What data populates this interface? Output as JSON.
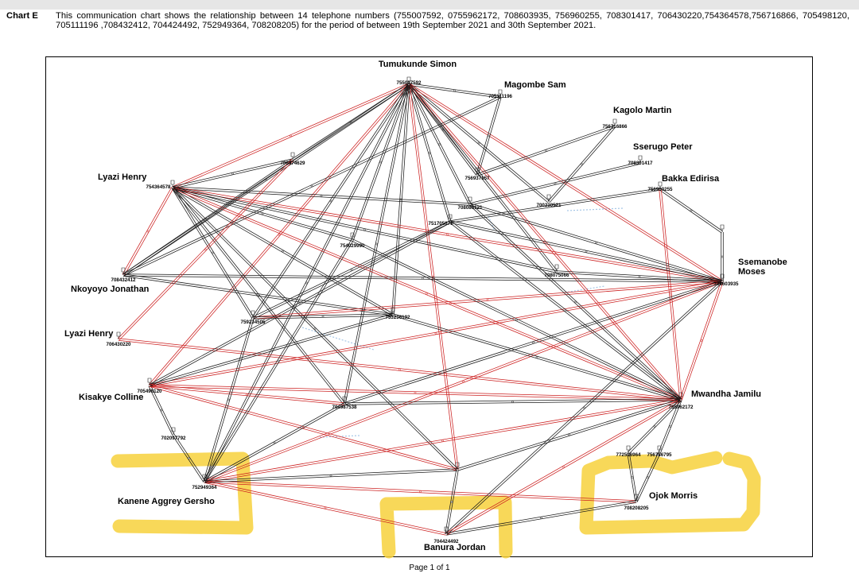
{
  "caption": {
    "lead": "Chart E",
    "text": "This communication chart shows the relationship between 14 telephone numbers (755007592, 0755962172, 708603935, 756960255, 708301417, 706430220,754364578,756716866, 705498120, 705111196 ,708432412, 704424492, 752949364, 708208205) for the period of between 19th September 2021 and 30th September 2021."
  },
  "footer": "Page 1 of 1",
  "colors": {
    "red": "#cc1f1f",
    "black": "#1a1a1a",
    "highlight": "#f7d13c",
    "blue": "#8fb8e0"
  },
  "people": [
    {
      "id": "tumukunde",
      "name": "Tumukunde Simon"
    },
    {
      "id": "magombe",
      "name": "Magombe Sam"
    },
    {
      "id": "kagolo",
      "name": "Kagolo Martin"
    },
    {
      "id": "sserugo",
      "name": "Sserugo Peter"
    },
    {
      "id": "bakka",
      "name": "Bakka Edirisa"
    },
    {
      "id": "lyazi1",
      "name": "Lyazi Henry"
    },
    {
      "id": "ssemanobe1",
      "name": "Ssemanobe"
    },
    {
      "id": "ssemanobe2",
      "name": "Moses"
    },
    {
      "id": "nkoyoyo",
      "name": "Nkoyoyo Jonathan"
    },
    {
      "id": "lyazi2",
      "name": "Lyazi Henry"
    },
    {
      "id": "kisakye",
      "name": "Kisakye Colline"
    },
    {
      "id": "mwandha",
      "name": "Mwandha Jamilu"
    },
    {
      "id": "kanene",
      "name": "Kanene Aggrey Gersho"
    },
    {
      "id": "ojok",
      "name": "Ojok Morris"
    },
    {
      "id": "banura",
      "name": "Banura Jordan"
    }
  ],
  "nodes": [
    {
      "id": "n755007592",
      "label": "755007592",
      "hub": true
    },
    {
      "id": "n705111196",
      "label": "705111196",
      "hub": true
    },
    {
      "id": "n756716866",
      "label": "756716866",
      "hub": true
    },
    {
      "id": "n708301417",
      "label": "708301417",
      "hub": true
    },
    {
      "id": "n756960255",
      "label": "756960255",
      "hub": true
    },
    {
      "id": "n754364578",
      "label": "754364578",
      "hub": true
    },
    {
      "id": "n708603935",
      "label": "708603935",
      "hub": true
    },
    {
      "id": "n708432412",
      "label": "708432412",
      "hub": true
    },
    {
      "id": "n706430220",
      "label": "706430220",
      "hub": true
    },
    {
      "id": "n705498120",
      "label": "705498120",
      "hub": true
    },
    {
      "id": "n755962172",
      "label": "755962172",
      "hub": true
    },
    {
      "id": "n752949364",
      "label": "752949364",
      "hub": true
    },
    {
      "id": "n708208205",
      "label": "708208205",
      "hub": true
    },
    {
      "id": "n704424492",
      "label": "704424492",
      "hub": true
    },
    {
      "id": "n706474629",
      "label": "706474629",
      "hub": false
    },
    {
      "id": "n756937157",
      "label": "756937157",
      "hub": false
    },
    {
      "id": "n708086121",
      "label": "708086121",
      "hub": false
    },
    {
      "id": "n700230521",
      "label": "700230521",
      "hub": false
    },
    {
      "id": "n751705671",
      "label": "751705671",
      "hub": false
    },
    {
      "id": "n754029990",
      "label": "754029990",
      "hub": false
    },
    {
      "id": "n708075066",
      "label": "708075066",
      "hub": false
    },
    {
      "id": "n759234505",
      "label": "759234505",
      "hub": false
    },
    {
      "id": "n753236192",
      "label": "753236192",
      "hub": false
    },
    {
      "id": "n704987538",
      "label": "704987538",
      "hub": false
    },
    {
      "id": "n702097792",
      "label": "702097792",
      "hub": false
    },
    {
      "id": "n759834094",
      "label": "",
      "hub": false
    },
    {
      "id": "n772516964",
      "label": "772516964",
      "hub": false
    },
    {
      "id": "n756786795",
      "label": "756786795",
      "hub": false
    },
    {
      "id": "n708571471",
      "label": "",
      "hub": false
    }
  ],
  "edges": [
    {
      "from": "n755007592",
      "to": "n705111196",
      "color": "black"
    },
    {
      "from": "n755007592",
      "to": "n754364578",
      "color": "red"
    },
    {
      "from": "n755007592",
      "to": "n706474629",
      "color": "black"
    },
    {
      "from": "n755007592",
      "to": "n756937157",
      "color": "black"
    },
    {
      "from": "n755007592",
      "to": "n700230521",
      "color": "black"
    },
    {
      "from": "n755007592",
      "to": "n708086121",
      "color": "black"
    },
    {
      "from": "n755007592",
      "to": "n751705671",
      "color": "black"
    },
    {
      "from": "n755007592",
      "to": "n708603935",
      "color": "red"
    },
    {
      "from": "n755007592",
      "to": "n755962172",
      "color": "red"
    },
    {
      "from": "n755007592",
      "to": "n708432412",
      "color": "black"
    },
    {
      "from": "n755007592",
      "to": "n705498120",
      "color": "red"
    },
    {
      "from": "n755007592",
      "to": "n752949364",
      "color": "black"
    },
    {
      "from": "n755007592",
      "to": "n759834094",
      "color": "red"
    },
    {
      "from": "n755007592",
      "to": "n704987538",
      "color": "black"
    },
    {
      "from": "n755007592",
      "to": "n759234505",
      "color": "black"
    },
    {
      "from": "n755007592",
      "to": "n753236192",
      "color": "black"
    },
    {
      "from": "n755007592",
      "to": "n754029990",
      "color": "black"
    },
    {
      "from": "n755007592",
      "to": "n708075066",
      "color": "black"
    },
    {
      "from": "n756937157",
      "to": "n705111196",
      "color": "black"
    },
    {
      "from": "n756937157",
      "to": "n756716866",
      "color": "black"
    },
    {
      "from": "n700230521",
      "to": "n756716866",
      "color": "black"
    },
    {
      "from": "n708086121",
      "to": "n708301417",
      "color": "black"
    },
    {
      "from": "n751705671",
      "to": "n756960255",
      "color": "black"
    },
    {
      "from": "n756960255",
      "to": "n708571471",
      "color": "black"
    },
    {
      "from": "n708571471",
      "to": "n708603935",
      "color": "black"
    },
    {
      "from": "n756960255",
      "to": "n755962172",
      "color": "red"
    },
    {
      "from": "n754364578",
      "to": "n706474629",
      "color": "black"
    },
    {
      "from": "n754364578",
      "to": "n708086121",
      "color": "black"
    },
    {
      "from": "n754364578",
      "to": "n754029990",
      "color": "black"
    },
    {
      "from": "n754364578",
      "to": "n708432412",
      "color": "red"
    },
    {
      "from": "n754364578",
      "to": "n759234505",
      "color": "black"
    },
    {
      "from": "n754364578",
      "to": "n753236192",
      "color": "black"
    },
    {
      "from": "n754364578",
      "to": "n708603935",
      "color": "red"
    },
    {
      "from": "n754364578",
      "to": "n755962172",
      "color": "red"
    },
    {
      "from": "n754364578",
      "to": "n704987538",
      "color": "black"
    },
    {
      "from": "n754364578",
      "to": "n759834094",
      "color": "black"
    },
    {
      "from": "n754364578",
      "to": "n708075066",
      "color": "black"
    },
    {
      "from": "n706474629",
      "to": "n708432412",
      "color": "black"
    },
    {
      "from": "n708432412",
      "to": "n708603935",
      "color": "black"
    },
    {
      "from": "n708432412",
      "to": "n753236192",
      "color": "black"
    },
    {
      "from": "n708432412",
      "to": "n705111196",
      "color": "black"
    },
    {
      "from": "n706430220",
      "to": "n706474629",
      "color": "red"
    },
    {
      "from": "n706430220",
      "to": "n755962172",
      "color": "red"
    },
    {
      "from": "n705498120",
      "to": "n708603935",
      "color": "red"
    },
    {
      "from": "n705498120",
      "to": "n755962172",
      "color": "red"
    },
    {
      "from": "n705498120",
      "to": "n753236192",
      "color": "black"
    },
    {
      "from": "n705498120",
      "to": "n702097792",
      "color": "black"
    },
    {
      "from": "n705498120",
      "to": "n759834094",
      "color": "red"
    },
    {
      "from": "n705498120",
      "to": "n751705671",
      "color": "black"
    },
    {
      "from": "n705498120",
      "to": "n704987538",
      "color": "red"
    },
    {
      "from": "n702097792",
      "to": "n752949364",
      "color": "black"
    },
    {
      "from": "n752949364",
      "to": "n755962172",
      "color": "red"
    },
    {
      "from": "n752949364",
      "to": "n708603935",
      "color": "red"
    },
    {
      "from": "n752949364",
      "to": "n754029990",
      "color": "black"
    },
    {
      "from": "n752949364",
      "to": "n708208205",
      "color": "red"
    },
    {
      "from": "n752949364",
      "to": "n704424492",
      "color": "red"
    },
    {
      "from": "n752949364",
      "to": "n759834094",
      "color": "black"
    },
    {
      "from": "n752949364",
      "to": "n704987538",
      "color": "black"
    },
    {
      "from": "n752949364",
      "to": "n759234505",
      "color": "black"
    },
    {
      "from": "n708603935",
      "to": "n755962172",
      "color": "red"
    },
    {
      "from": "n708603935",
      "to": "n708086121",
      "color": "black"
    },
    {
      "from": "n708603935",
      "to": "n751705671",
      "color": "black"
    },
    {
      "from": "n708603935",
      "to": "n704424492",
      "color": "black"
    },
    {
      "from": "n708603935",
      "to": "n759234505",
      "color": "red"
    },
    {
      "from": "n708603935",
      "to": "n708075066",
      "color": "black"
    },
    {
      "from": "n708603935",
      "to": "n704987538",
      "color": "black"
    },
    {
      "from": "n755962172",
      "to": "n704987538",
      "color": "black"
    },
    {
      "from": "n755962172",
      "to": "n759834094",
      "color": "black"
    },
    {
      "from": "n755962172",
      "to": "n704424492",
      "color": "red"
    },
    {
      "from": "n755962172",
      "to": "n772516964",
      "color": "black"
    },
    {
      "from": "n755962172",
      "to": "n756786795",
      "color": "black"
    },
    {
      "from": "n755962172",
      "to": "n708086121",
      "color": "black"
    },
    {
      "from": "n755962172",
      "to": "n751705671",
      "color": "black"
    },
    {
      "from": "n755962172",
      "to": "n754029990",
      "color": "black"
    },
    {
      "from": "n755962172",
      "to": "n753236192",
      "color": "black"
    },
    {
      "from": "n772516964",
      "to": "n708208205",
      "color": "black"
    },
    {
      "from": "n756786795",
      "to": "n708208205",
      "color": "black"
    },
    {
      "from": "n708208205",
      "to": "n704424492",
      "color": "black"
    },
    {
      "from": "n759834094",
      "to": "n704424492",
      "color": "black"
    },
    {
      "from": "n759234505",
      "to": "n753236192",
      "color": "black"
    },
    {
      "from": "n759234505",
      "to": "n751705671",
      "color": "black"
    }
  ]
}
